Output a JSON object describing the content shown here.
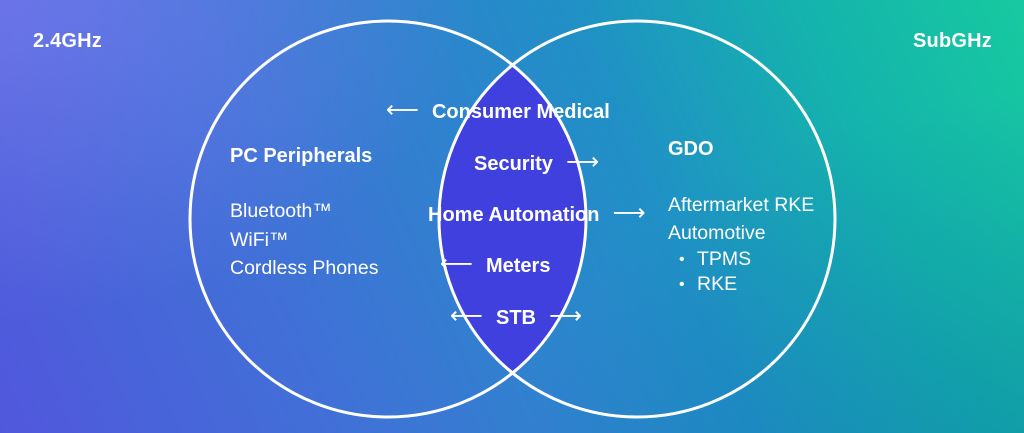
{
  "labels": {
    "left_band": "2.4GHz",
    "right_band": "SubGHz"
  },
  "left_circle": {
    "title": "PC Peripherals",
    "items": [
      "Bluetooth™",
      "WiFi™",
      "Cordless Phones"
    ]
  },
  "right_circle": {
    "title": "GDO",
    "items": [
      "Aftermarket RKE",
      "Automotive"
    ],
    "automotive_sub_items": [
      "TPMS",
      "RKE"
    ]
  },
  "intersection": {
    "items": [
      {
        "label": "Consumer Medical",
        "arrow": "left"
      },
      {
        "label": "Security",
        "arrow": "right"
      },
      {
        "label": "Home Automation",
        "arrow": "right"
      },
      {
        "label": "Meters",
        "arrow": "left"
      },
      {
        "label": "STB",
        "arrow": "both"
      }
    ]
  },
  "icons": {
    "arrow_left": "⟵",
    "arrow_right": "⟶",
    "bullet": "•"
  },
  "colors": {
    "lens_fill": "#4040DF",
    "circle_stroke": "#FFFFFF",
    "text": "#FFFFFF",
    "bg_top_left": "#7380E8",
    "bg_bottom_left": "#545BDE",
    "bg_top_right": "#19CFA2",
    "bg_bottom_right": "#0E93AC"
  }
}
